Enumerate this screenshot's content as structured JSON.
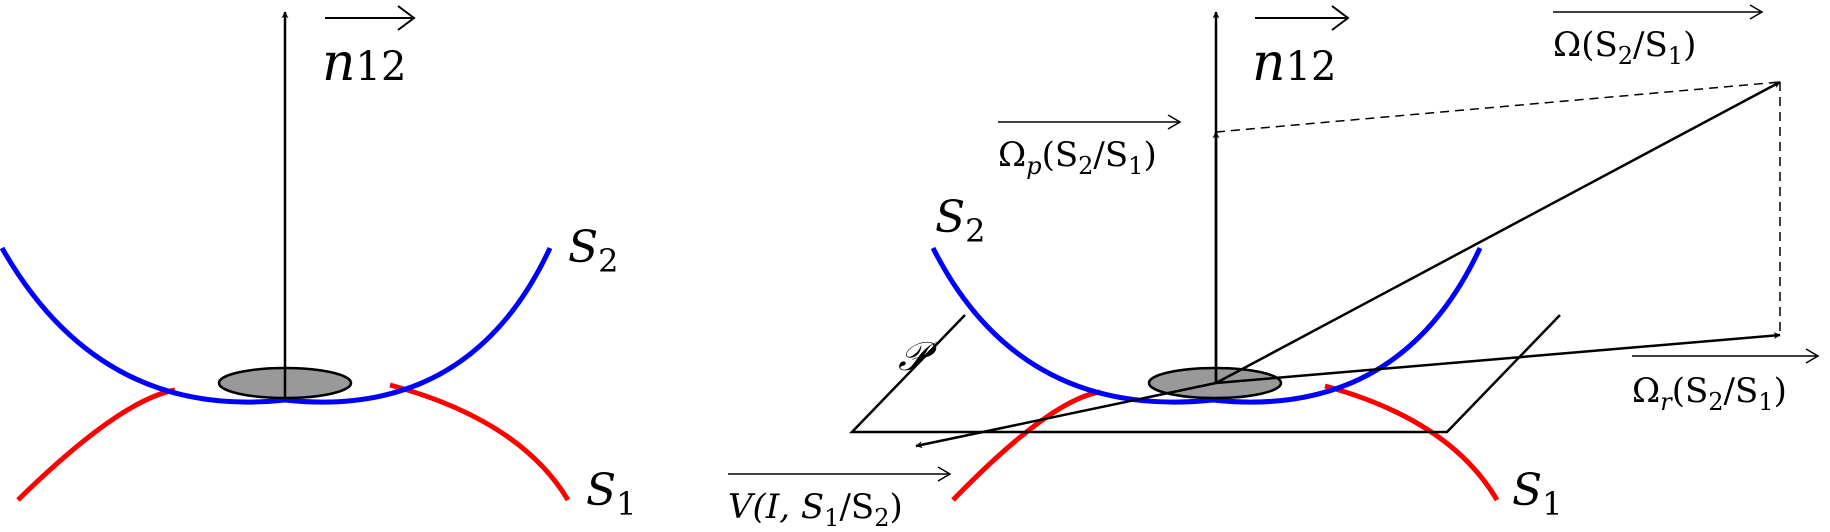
{
  "colors": {
    "surface_1": "#ff0000",
    "surface_2": "#0000ff",
    "contact_disc": "#999999",
    "stroke": "#000000"
  },
  "left_panel": {
    "normal_vector": {
      "base": "n",
      "sub": "12"
    },
    "surface_upper": {
      "base": "S",
      "sub": "2"
    },
    "surface_lower": {
      "base": "S",
      "sub": "1"
    }
  },
  "right_panel": {
    "normal_vector": {
      "base": "n",
      "sub": "12"
    },
    "surface_upper": {
      "base": "S",
      "sub": "2"
    },
    "surface_lower": {
      "base": "S",
      "sub": "1"
    },
    "rotation_vector": {
      "omega": "Ω",
      "rest": "(S",
      "s1": "2",
      "mid": "/S",
      "s2": "1",
      "close": ")"
    },
    "pivoting_vector": {
      "omega": "Ω",
      "sub": "p",
      "rest": "(S",
      "s1": "2",
      "mid": "/S",
      "s2": "1",
      "close": ")"
    },
    "rolling_vector": {
      "omega": "Ω",
      "sub": "r",
      "rest": "(S",
      "s1": "2",
      "mid": "/S",
      "s2": "1",
      "close": ")"
    },
    "plane": {
      "label": "𝒫"
    },
    "sliding_velocity": {
      "base": "V(I, S",
      "s1": "1",
      "mid": "/S",
      "s2": "2",
      "close": ")"
    }
  }
}
